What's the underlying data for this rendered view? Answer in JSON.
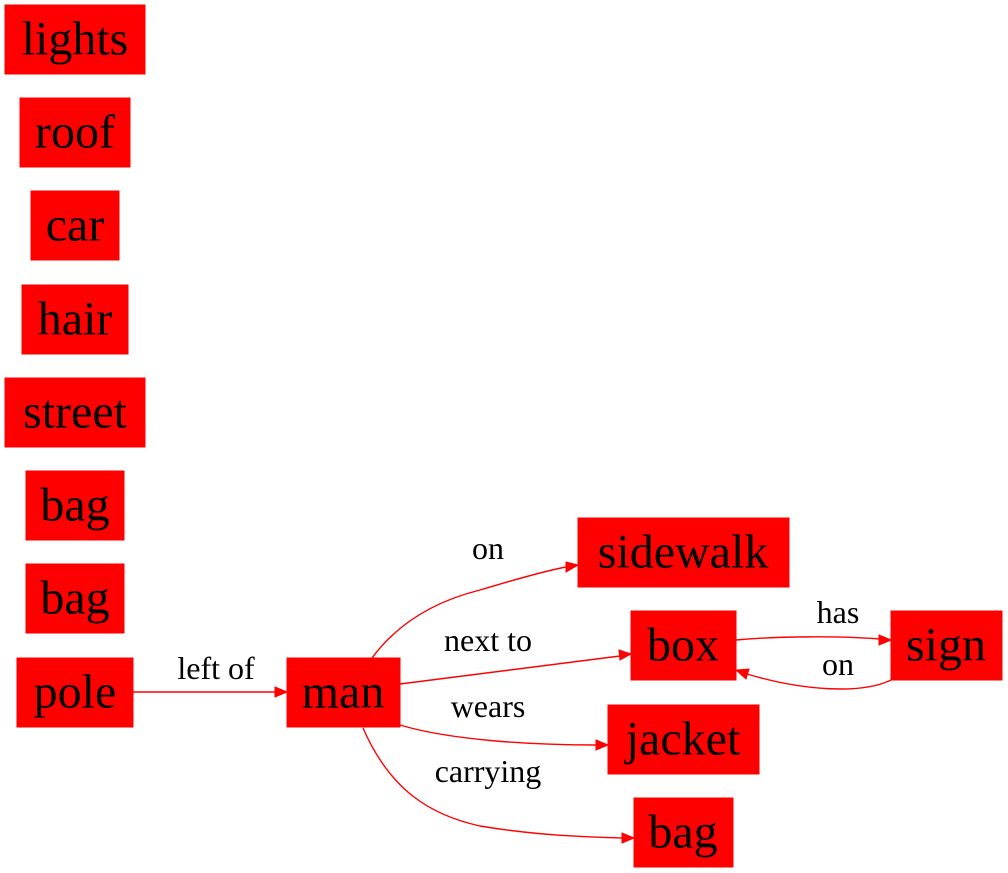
{
  "colors": {
    "node_fill": "#ff0000",
    "edge": "#ff0000",
    "text": "#000000",
    "background": "#ffffff"
  },
  "nodes": [
    {
      "id": "lights",
      "label": "lights"
    },
    {
      "id": "roof",
      "label": "roof"
    },
    {
      "id": "car",
      "label": "car"
    },
    {
      "id": "hair",
      "label": "hair"
    },
    {
      "id": "street",
      "label": "street"
    },
    {
      "id": "bag1",
      "label": "bag"
    },
    {
      "id": "bag2",
      "label": "bag"
    },
    {
      "id": "pole",
      "label": "pole"
    },
    {
      "id": "man",
      "label": "man"
    },
    {
      "id": "sidewalk",
      "label": "sidewalk"
    },
    {
      "id": "box",
      "label": "box"
    },
    {
      "id": "sign",
      "label": "sign"
    },
    {
      "id": "jacket",
      "label": "jacket"
    },
    {
      "id": "bag3",
      "label": "bag"
    }
  ],
  "edges": [
    {
      "from": "pole",
      "to": "man",
      "label": "left of"
    },
    {
      "from": "man",
      "to": "sidewalk",
      "label": "on"
    },
    {
      "from": "man",
      "to": "box",
      "label": "next to"
    },
    {
      "from": "man",
      "to": "jacket",
      "label": "wears"
    },
    {
      "from": "man",
      "to": "bag3",
      "label": "carrying"
    },
    {
      "from": "box",
      "to": "sign",
      "label": "has"
    },
    {
      "from": "sign",
      "to": "box",
      "label": "on"
    }
  ]
}
